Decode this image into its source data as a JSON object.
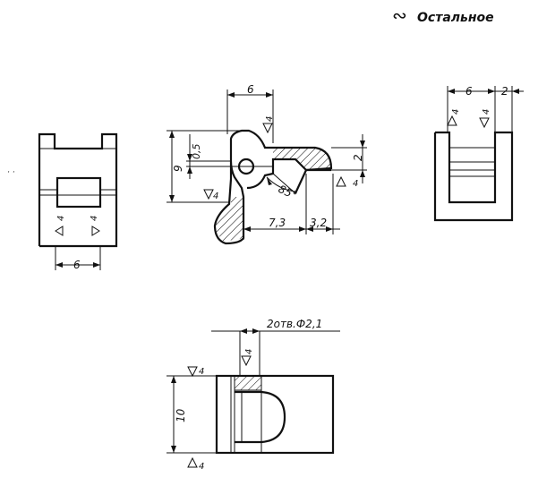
{
  "surface_note": {
    "symbol": "∾",
    "text": "Остальное"
  },
  "left_view": {
    "dim_width": "6",
    "roughness": [
      "4",
      "4"
    ]
  },
  "section_view": {
    "dim_top": "6",
    "dim_height": "9",
    "dim_small": "0,5",
    "dim_right": "2",
    "dim_bottom_left": "7,3",
    "dim_bottom_right": "3,2",
    "angle": "85°",
    "roughness": [
      "4",
      "4",
      "4"
    ]
  },
  "right_view": {
    "dim_width": "6",
    "dim_offset": "2",
    "roughness": [
      "4",
      "4"
    ]
  },
  "bottom_view": {
    "holes_note": "2отв.Ф2,1",
    "dim_height": "10",
    "roughness": [
      "4",
      "4",
      "4"
    ]
  }
}
